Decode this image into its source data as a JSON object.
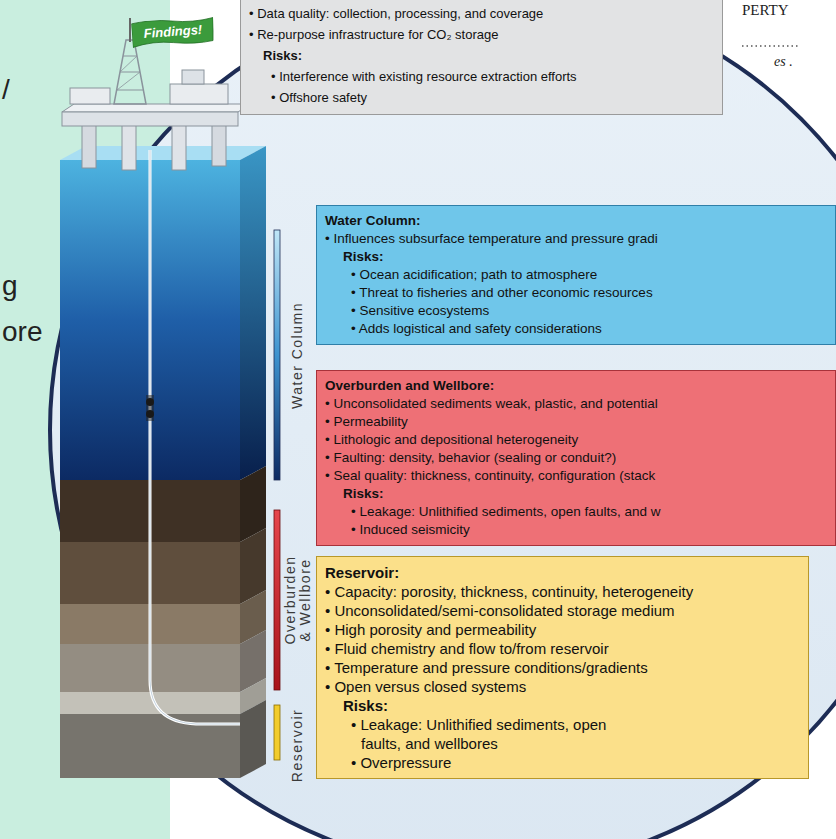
{
  "diagram": {
    "nodes": [
      {
        "text": [
          "Findings!"
        ]
      },
      {
        "text": [
          "• Data quality: collection, processing, and coverage",
          "• Re-purpose infrastructure for CO₂ storage",
          "Risks:",
          "• Interference with existing resource extraction efforts",
          "• Offshore safety"
        ]
      },
      {
        "text": [
          "Water Column:",
          "• Influences subsurface temperature and pressure gradi",
          "Risks:",
          "• Ocean acidification; path to atmosphere",
          "• Threat to fisheries and other economic resources",
          "• Sensitive ecosystems",
          "• Adds logistical and safety considerations"
        ]
      },
      {
        "text": [
          "Overburden and Wellbore:",
          "• Unconsolidated sediments weak, plastic, and potential",
          "• Permeability",
          "• Lithologic and depositional heterogeneity",
          "• Faulting: density, behavior (sealing or conduit?)",
          "• Seal quality: thickness, continuity, configuration (stack",
          "Risks:",
          "• Leakage: Unlithified sediments, open faults, and w",
          "• Induced seismicity"
        ]
      },
      {
        "text": [
          "Reservoir:",
          "• Capacity: porosity, thickness, continuity, heterogeneity",
          "• Unconsolidated/semi-consolidated storage medium",
          "• High porosity and permeability",
          "• Fluid chemistry and flow to/from reservoir",
          "• Temperature and pressure conditions/gradients",
          "• Open versus closed systems",
          "Risks:",
          "• Leakage: Unlithified sediments, open faults, and wellbores",
          "• Overpressure"
        ]
      }
    ],
    "labels": [
      "/",
      "g",
      "ore",
      "PERTY",
      "es .",
      "Water Column",
      "Overburden & Wellbore",
      "Reservoir"
    ]
  }
}
